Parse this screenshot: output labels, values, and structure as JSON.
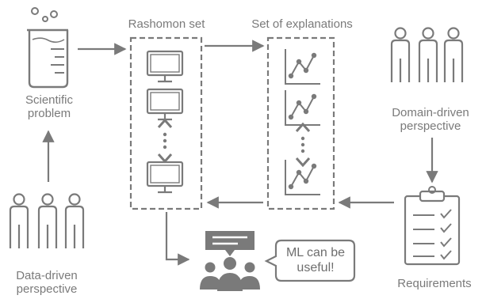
{
  "labels": {
    "scientific_problem": [
      "Scientific",
      "problem"
    ],
    "rashomon_set": "Rashomon set",
    "set_of_explanations": "Set of explanations",
    "domain_driven": [
      "Domain-driven",
      "perspective"
    ],
    "data_driven": [
      "Data-driven",
      "perspective"
    ],
    "requirements": "Requirements",
    "speech": [
      "ML can be",
      "useful!"
    ]
  },
  "colors": {
    "stroke": "#7a7a7a",
    "fill": "#8a8a8a",
    "bubble_text": "#6e6e6e"
  },
  "icons": [
    "beaker-icon",
    "monitor-icon",
    "scatter-plot-icon",
    "group-of-people-icon",
    "clipboard-checklist-icon",
    "presentation-audience-icon",
    "speech-bubble-icon"
  ]
}
